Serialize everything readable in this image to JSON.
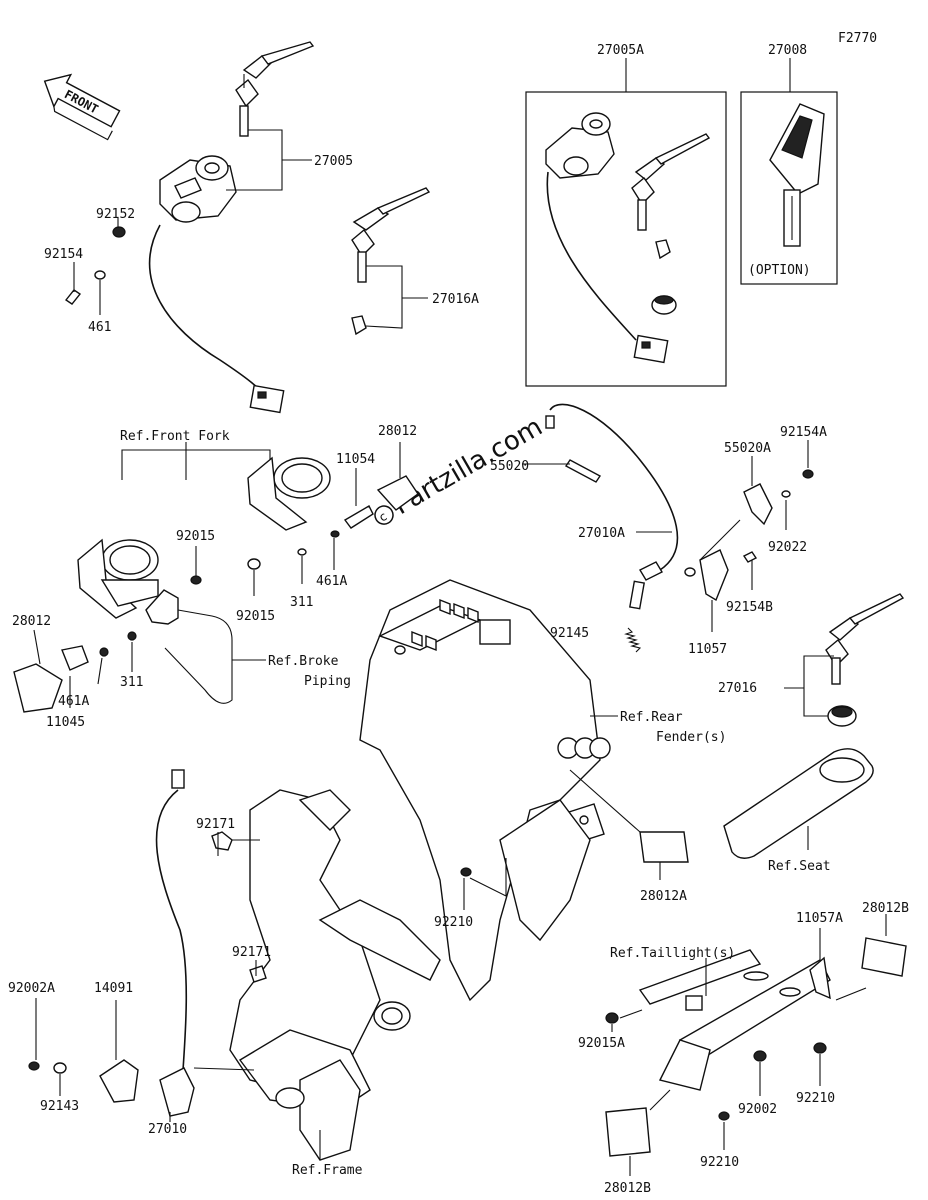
{
  "figure_code": "F2770",
  "watermark": "Partzilla.com",
  "direction_arrow": "FRONT",
  "parts": {
    "p27005": "27005",
    "p27005A": "27005A",
    "p27008": "27008",
    "option": "(OPTION)",
    "p92152": "92152",
    "p92154": "92154",
    "p461": "461",
    "p27016A": "27016A",
    "p28012_top": "28012",
    "p11054": "11054",
    "p55020": "55020",
    "p55020A": "55020A",
    "p92154A": "92154A",
    "p92022": "92022",
    "p92015_top": "92015",
    "p92015_bot": "92015",
    "p311_top": "311",
    "p461A_top": "461A",
    "p27010A": "27010A",
    "p92154B": "92154B",
    "p11057": "11057",
    "p92145": "92145",
    "p28012_left": "28012",
    "p311_left": "311",
    "p461A_left": "461A",
    "p11045": "11045",
    "p27016": "27016",
    "p92171_top": "92171",
    "p92171_bot": "92171",
    "p28012A": "28012A",
    "p92210_mid": "92210",
    "p92002A": "92002A",
    "p14091": "14091",
    "p92143": "92143",
    "p27010": "27010",
    "p11057A": "11057A",
    "p28012B_top": "28012B",
    "p92015A": "92015A",
    "p92002": "92002",
    "p92210_r": "92210",
    "p92210_b": "92210",
    "p28012B_bot": "28012B"
  },
  "refs": {
    "front_fork": "Ref.Front Fork",
    "brake1": "Ref.Broke",
    "brake2": "Piping",
    "rear1": "Ref.Rear",
    "rear2": "Fender(s)",
    "seat": "Ref.Seat",
    "frame": "Ref.Frame",
    "taillight": "Ref.Taillight(s)"
  }
}
